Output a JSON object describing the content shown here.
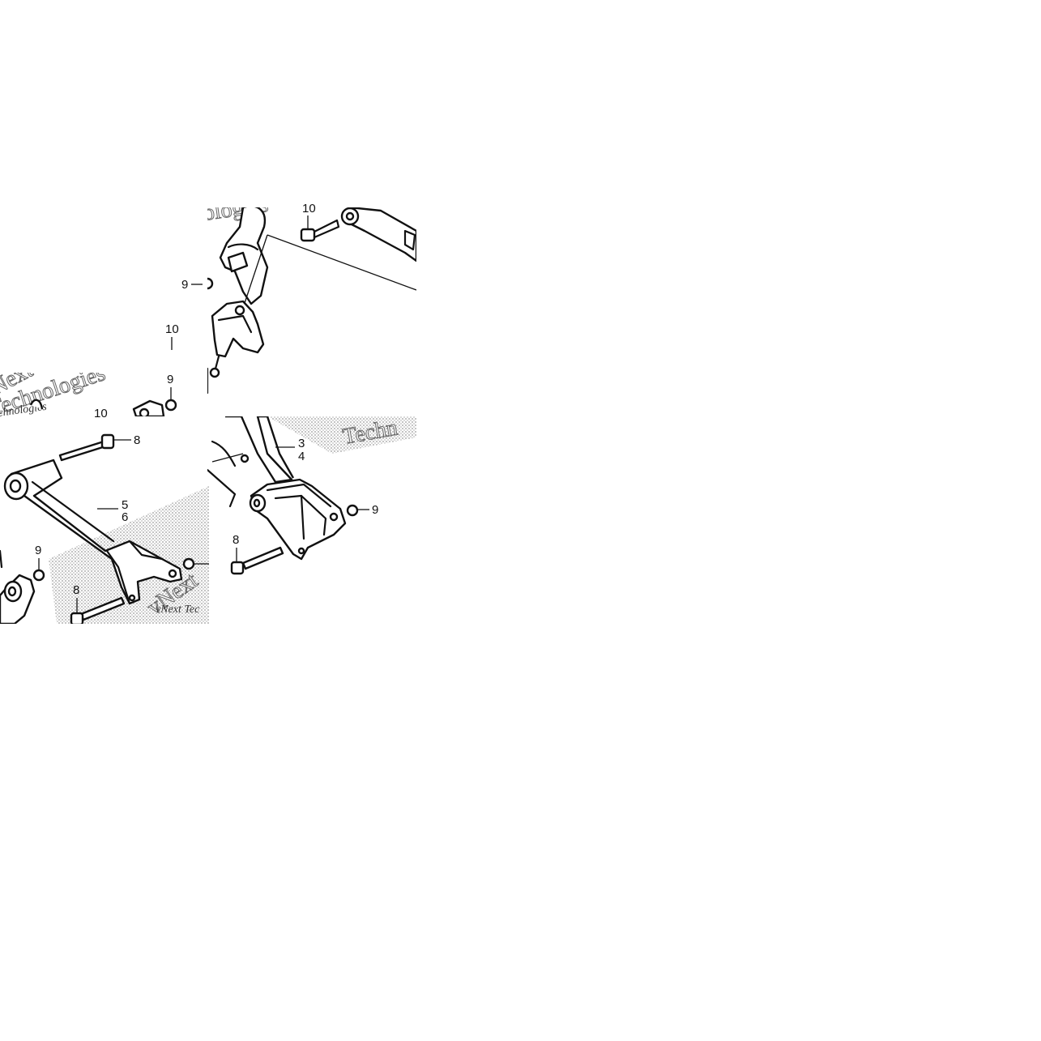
{
  "callouts": {
    "bolt_10_top": "10",
    "nut_9_top": "9",
    "bolt_10_mid": "10",
    "nut_9_mid": "9",
    "bolt_10_left": "10",
    "bolt_8_upper": "8",
    "arm_5": "5",
    "arm_6": "6",
    "nut_9_left": "9",
    "bolt_8_lower": "8",
    "arm_3": "3",
    "arm_4": "4",
    "nut_9_right": "9",
    "bolt_8_right": "8"
  },
  "watermarks": {
    "wm1": "ologies",
    "wm2": "Next",
    "wm3": "Technologies",
    "wm4": "chnologies",
    "wm5": "Techn",
    "wm6": "vNext",
    "wm7": "vNext Tec"
  },
  "colors": {
    "ink": "#111111",
    "halftone": "#b0b0b0",
    "background": "#ffffff"
  }
}
